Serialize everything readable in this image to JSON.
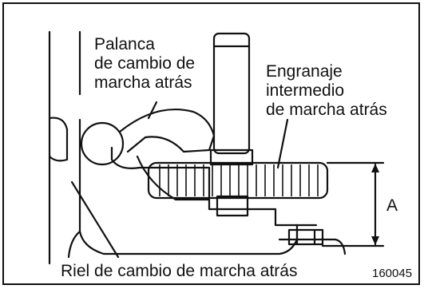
{
  "labels": {
    "lever": [
      "Palanca",
      "de cambio de",
      "marcha atrás"
    ],
    "idler_gear": [
      "Engranaje",
      "intermedio",
      "de marcha atrás"
    ],
    "rail": "Riel de cambio de marcha atrás",
    "dimension": "A",
    "figure_code": "160045"
  }
}
